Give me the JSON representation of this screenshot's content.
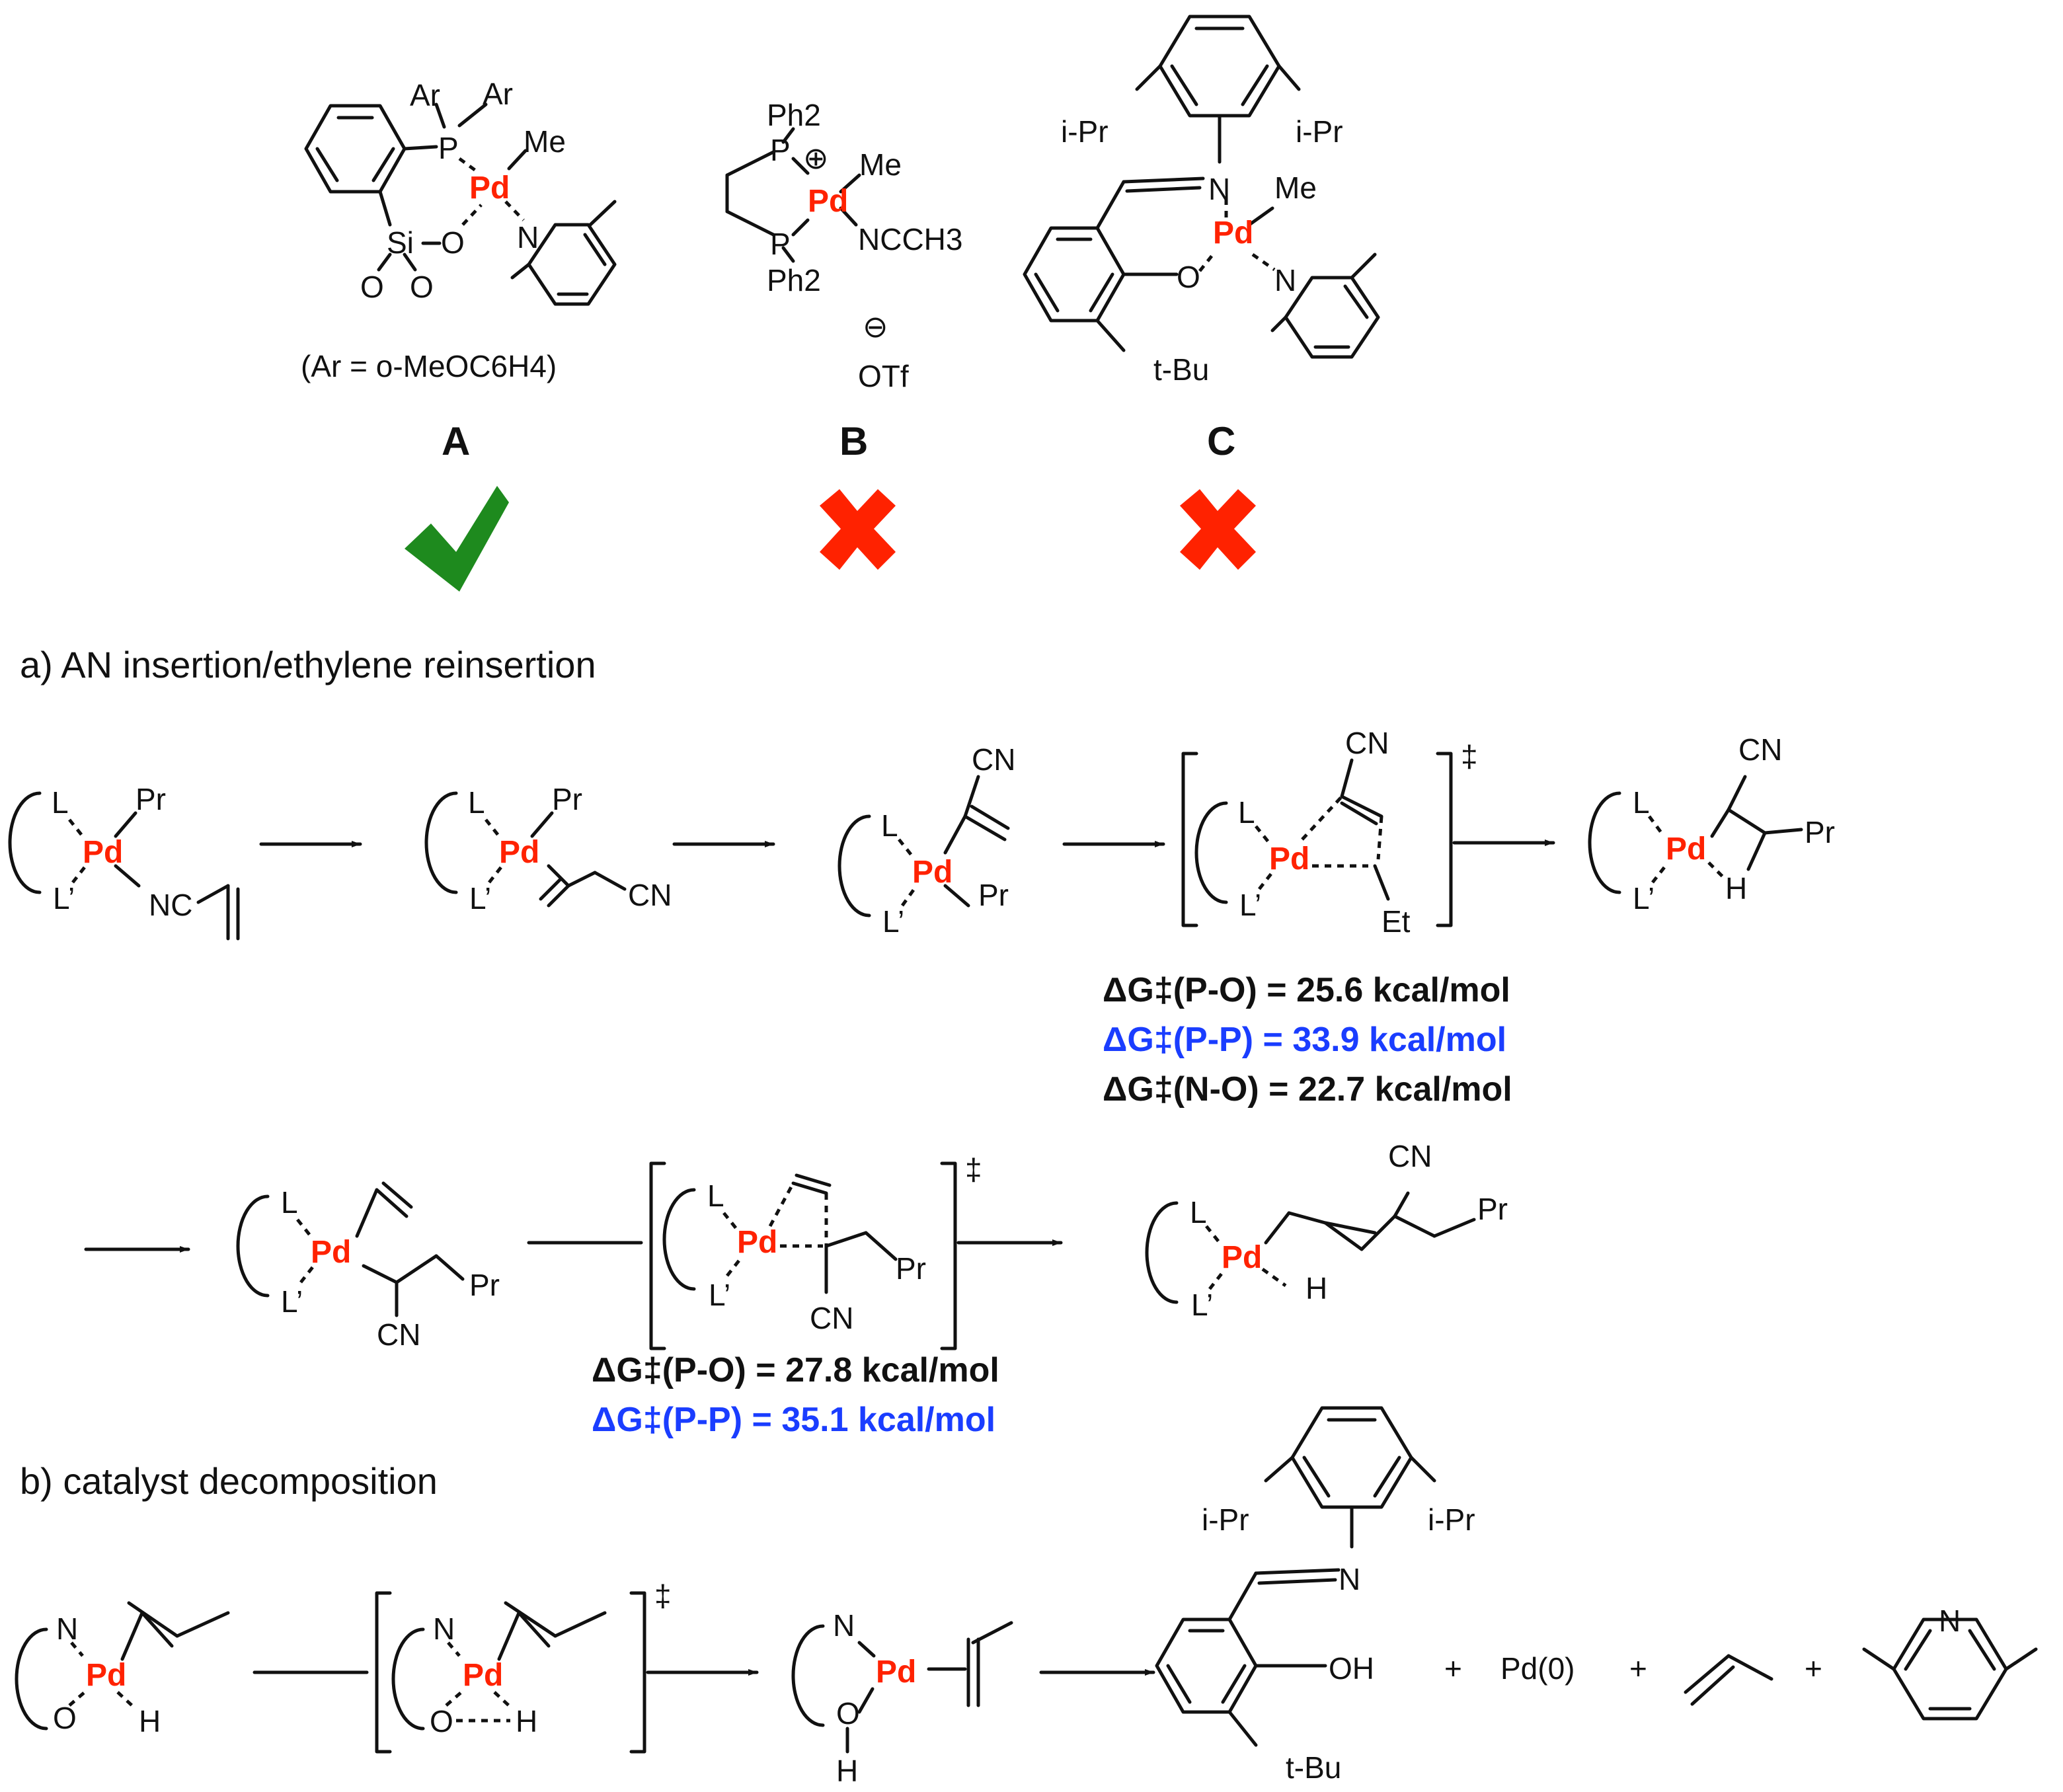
{
  "colors": {
    "palladium": "#ff2200",
    "check": "#1e8a1e",
    "cross": "#ff2200",
    "pp_barrier": "#1a3dff",
    "text": "#111111"
  },
  "catalysts": [
    {
      "label": "A",
      "status_icon": "check-icon",
      "note": "(Ar = o-MeOC6H4)",
      "atoms": {
        "ar1": "Ar",
        "ar2": "Ar",
        "p": "P",
        "pd": "Pd",
        "me": "Me",
        "si": "Si",
        "o": "O",
        "n": "N",
        "o1": "O",
        "o2": "O"
      }
    },
    {
      "label": "B",
      "status_icon": "cross-icon",
      "atoms": {
        "ph2_top": "Ph2",
        "ph2_bot": "Ph2",
        "p1": "P",
        "p2": "P",
        "pd": "Pd",
        "me": "Me",
        "ncch3": "NCCH3",
        "charge_plus": "⊕",
        "charge_minus": "⊖",
        "otf": "OTf"
      }
    },
    {
      "label": "C",
      "status_icon": "cross-icon",
      "atoms": {
        "ipr1": "i-Pr",
        "ipr2": "i-Pr",
        "n_imine": "N",
        "me": "Me",
        "pd": "Pd",
        "o": "O",
        "n_py": "N",
        "tbu": "t-Bu"
      }
    }
  ],
  "sections": {
    "a_title": "a) AN insertion/ethylene reinsertion",
    "b_title": "b) catalyst decomposition"
  },
  "atoms": {
    "L": "L",
    "Lp": "L’",
    "Pd": "Pd",
    "Pr": "Pr",
    "NC": "NC",
    "CN": "CN",
    "Et": "Et",
    "H": "H",
    "N": "N",
    "O": "O",
    "OH": "OH",
    "iPr": "i-Pr",
    "tBu": "t-Bu",
    "Pd0": "Pd(0)",
    "plus": "+",
    "dagger": "‡"
  },
  "barriers": {
    "first_ts": [
      {
        "text": "ΔG‡(P-O) = 25.6 kcal/mol",
        "color": "#111111"
      },
      {
        "text": "ΔG‡(P-P) = 33.9 kcal/mol",
        "color": "#1a3dff"
      },
      {
        "text": "ΔG‡(N-O) = 22.7 kcal/mol",
        "color": "#111111"
      }
    ],
    "second_ts": [
      {
        "text": "ΔG‡(P-O) = 27.8 kcal/mol",
        "color": "#111111"
      },
      {
        "text": "ΔG‡(P-P) = 35.1 kcal/mol",
        "color": "#1a3dff"
      }
    ]
  }
}
